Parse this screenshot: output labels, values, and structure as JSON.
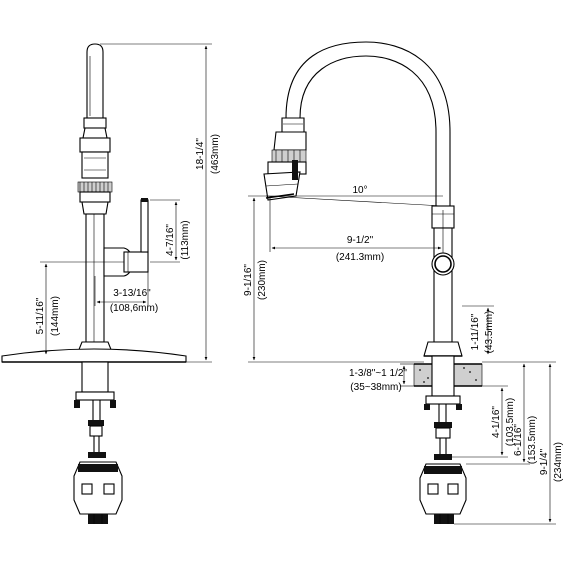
{
  "left_view": {
    "total_height": "18-1/4\"",
    "total_height_mm": "(463mm)",
    "handle_height": "4-7/16\"",
    "handle_height_mm": "(113mm)",
    "spout_body_height": "5-11/16\"",
    "spout_body_height_mm": "(144mm)",
    "handle_reach": "3-13/16\"",
    "handle_reach_mm": "(108,6mm)"
  },
  "right_view": {
    "angle": "10°",
    "spout_reach": "9-1/2\"",
    "spout_reach_mm": "(241.3mm)",
    "spout_height": "9-1/16\"",
    "spout_height_mm": "(230mm)",
    "base_height": "1-11/16\"",
    "base_height_mm": "(43.5mm)",
    "deck_thickness": "1-3/8\"~1 1/2\"",
    "deck_thickness_mm": "(35~38mm)",
    "shank_length": "4-1/16\"",
    "shank_length_mm": "(103.5mm)",
    "shank_total": "6-1/16\"",
    "shank_total_mm": "(153.5mm)",
    "below_deck_total": "9-1/4\"",
    "below_deck_total_mm": "(234mm)"
  }
}
